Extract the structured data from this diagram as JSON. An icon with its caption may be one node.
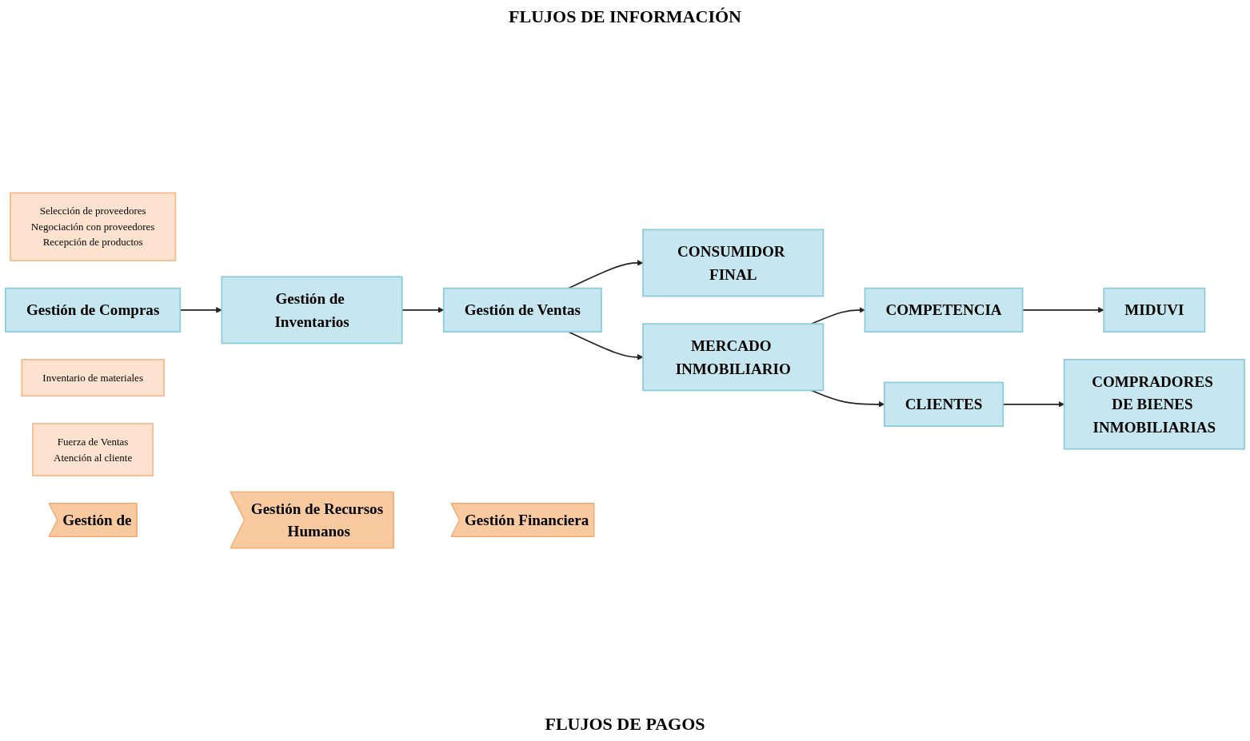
{
  "diagram": {
    "nodes": [
      {
        "text": [
          "Selección de proveedores",
          "Negociación con proveedores",
          "Recepción de productos"
        ]
      },
      {
        "text": [
          "Gestión de Compras"
        ]
      },
      {
        "text": [
          "Inventario de materiales"
        ]
      },
      {
        "text": [
          "Gestión de Inventarios"
        ]
      },
      {
        "text": [
          "Fuerza de Ventas",
          "Atención al cliente"
        ]
      },
      {
        "text": [
          "Gestión de Ventas"
        ]
      },
      {
        "text": [
          "CONSUMIDOR FINAL"
        ]
      },
      {
        "text": [
          "MERCADO INMOBILIARIO"
        ]
      },
      {
        "text": [
          "COMPETENCIA"
        ]
      },
      {
        "text": [
          "MIDUVI"
        ]
      },
      {
        "text": [
          "CLIENTES"
        ]
      },
      {
        "text": [
          "COMPRADORES DE BIENES INMOBILIARIAS"
        ]
      },
      {
        "text": [
          "Gestión de"
        ]
      },
      {
        "text": [
          "Gestión de Recursos Humanos"
        ]
      },
      {
        "text": [
          "Gestión Financiera"
        ]
      }
    ],
    "edges": [
      {
        "from": 1,
        "to": 3,
        "arrow": "to"
      },
      {
        "from": 3,
        "to": 5,
        "arrow": "to"
      },
      {
        "from": 5,
        "to": 7,
        "arrow": "to"
      },
      {
        "from": 5,
        "to": 6,
        "arrow": "to"
      },
      {
        "from": 7,
        "to": 8,
        "arrow": "to"
      },
      {
        "from": 8,
        "to": 9,
        "arrow": "to"
      },
      {
        "from": 7,
        "to": 10,
        "arrow": "to"
      },
      {
        "from": 10,
        "to": 11,
        "arrow": "to"
      }
    ],
    "labels": [
      "FLUJOS DE INFORMACIÓN",
      "FLUJOS DE PAGOS"
    ]
  }
}
